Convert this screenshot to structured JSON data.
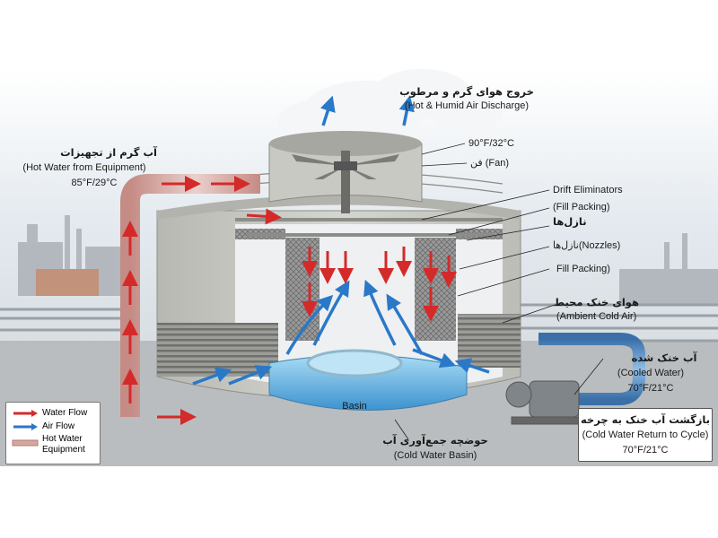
{
  "labels": {
    "discharge_fa": "خروج هوای گرم و مرطوب",
    "discharge_en": "(Hot & Humid Air Discharge)",
    "hot_water_fa": "آب گرم از تجهیزات",
    "hot_water_en": "(Hot Water from Equipment)",
    "hot_water_temp": "85°F/29°C",
    "fan_temp": "90°F/32°C",
    "fan_label": "فن (Fan)",
    "drift": "Drift Eliminators",
    "fill1": "(Fill Packing)",
    "nozzles_fa": "نازل‌ها",
    "nozzles2": "نازل‌ها(Nozzles)",
    "fill2": "Fill Packing)",
    "ambient_fa": "هوای خنک محیط",
    "ambient_en": "(Ambient Cold Air)",
    "cooled_fa": "آب خنک شده",
    "cooled_en": "(Cooled Water)",
    "cooled_temp": "70°F/21°C",
    "basin": "Basin",
    "basin_fa": "حوضچه جمع‌آوری آب",
    "basin_en": "(Cold Water Basin)",
    "return_fa": "بازگشت آب خنک به چرخه",
    "return_en": "(Cold Water Return to Cycle)",
    "return_temp": "70°F/21°C"
  },
  "legend": {
    "water_flow": "Water Flow",
    "air_flow": "Air Flow",
    "hot_water_equipment_1": "Hot Water",
    "hot_water_equipment_2": "Equipment"
  },
  "colors": {
    "water_arrow": "#d42a2a",
    "air_arrow": "#2a78c8",
    "basin_water": "#5fb0e0",
    "concrete": "#c9c9c4",
    "pipe": "#d8a6a0",
    "sky": "#dfe6ec"
  }
}
